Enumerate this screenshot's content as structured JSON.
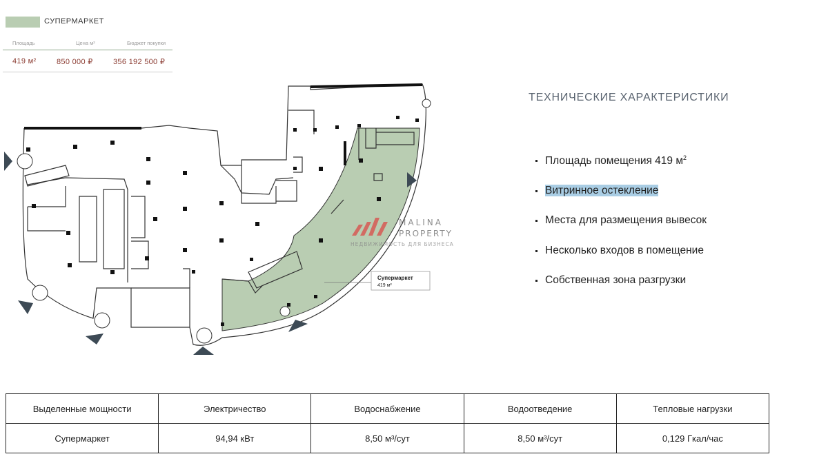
{
  "legend": {
    "label": "СУПЕРМАРКЕТ",
    "color": "#b9cdb2"
  },
  "summary": {
    "headers": [
      "Площадь",
      "Цена м²",
      "Бюджет покупки"
    ],
    "values": [
      "419 м²",
      "850 000 ₽",
      "356 192 500 ₽"
    ]
  },
  "plan": {
    "unit_label": "Супермаркет",
    "unit_area": "419 м²"
  },
  "watermark": {
    "line1": "MALINA",
    "line2": "PROPERTY",
    "tagline": "НЕДВИЖИМОСТЬ ДЛЯ БИЗНЕСА"
  },
  "tech": {
    "title": "ТЕХНИЧЕСКИЕ ХАРАКТЕРИСТИКИ",
    "area_text": "Площадь помещения 419 м",
    "area_sup": "2",
    "glazing": "Витринное остекление",
    "signs": "Места для размещения вывесок",
    "entrances": "Несколько входов в помещение",
    "unloading": "Собственная зона разгрузки"
  },
  "table": {
    "headers": [
      "Выделенные мощности",
      "Электричество",
      "Водоснабжение",
      "Водоотведение",
      "Тепловые нагрузки"
    ],
    "row": [
      "Супермаркет",
      "94,94 кВт",
      "8,50 м³/сут",
      "8,50 м³/сут",
      "0,129 Гкал/час"
    ]
  }
}
